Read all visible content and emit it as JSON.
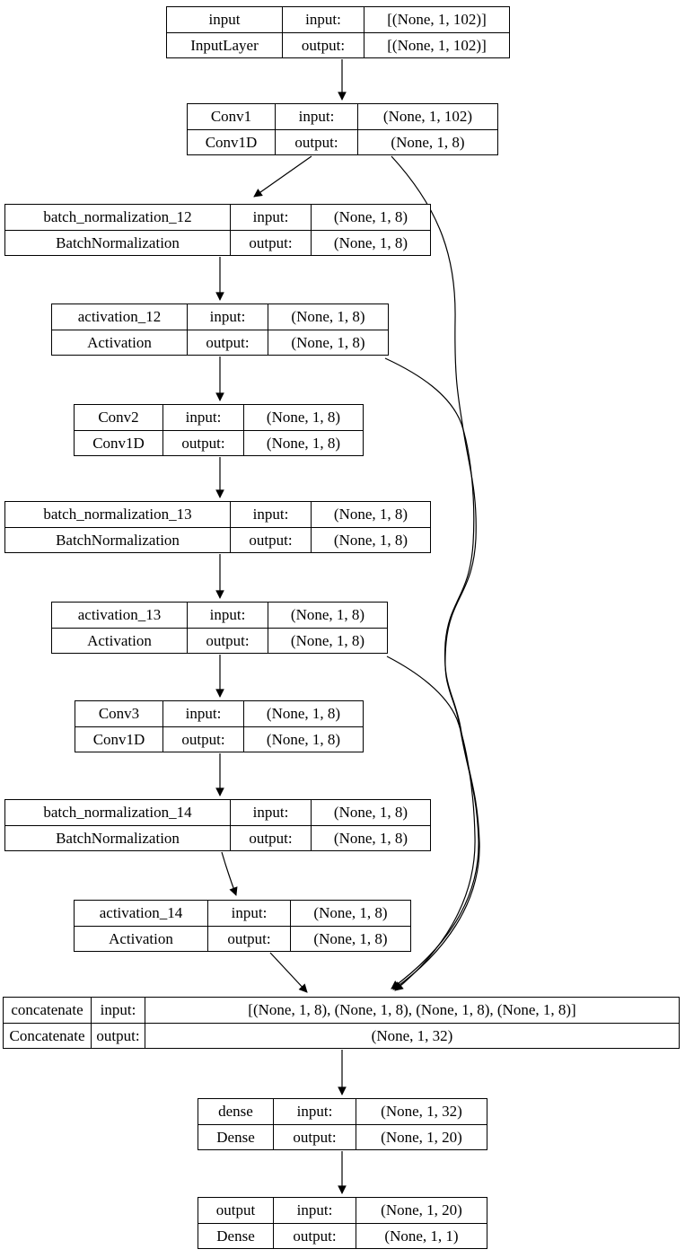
{
  "diagram_title": "",
  "labels": {
    "input": "input:",
    "output": "output:"
  },
  "colors": {
    "background": "#ffffff",
    "node_border": "#000000",
    "edge": "#000000",
    "text": "#000000"
  },
  "nodes": [
    {
      "name": "input",
      "type": "InputLayer",
      "input_shape": "[(None, 1, 102)]",
      "output_shape": "[(None, 1, 102)]"
    },
    {
      "name": "Conv1",
      "type": "Conv1D",
      "input_shape": "(None, 1, 102)",
      "output_shape": "(None, 1, 8)"
    },
    {
      "name": "batch_normalization_12",
      "type": "BatchNormalization",
      "input_shape": "(None, 1, 8)",
      "output_shape": "(None, 1, 8)"
    },
    {
      "name": "activation_12",
      "type": "Activation",
      "input_shape": "(None, 1, 8)",
      "output_shape": "(None, 1, 8)"
    },
    {
      "name": "Conv2",
      "type": "Conv1D",
      "input_shape": "(None, 1, 8)",
      "output_shape": "(None, 1, 8)"
    },
    {
      "name": "batch_normalization_13",
      "type": "BatchNormalization",
      "input_shape": "(None, 1, 8)",
      "output_shape": "(None, 1, 8)"
    },
    {
      "name": "activation_13",
      "type": "Activation",
      "input_shape": "(None, 1, 8)",
      "output_shape": "(None, 1, 8)"
    },
    {
      "name": "Conv3",
      "type": "Conv1D",
      "input_shape": "(None, 1, 8)",
      "output_shape": "(None, 1, 8)"
    },
    {
      "name": "batch_normalization_14",
      "type": "BatchNormalization",
      "input_shape": "(None, 1, 8)",
      "output_shape": "(None, 1, 8)"
    },
    {
      "name": "activation_14",
      "type": "Activation",
      "input_shape": "(None, 1, 8)",
      "output_shape": "(None, 1, 8)"
    },
    {
      "name": "concatenate",
      "type": "Concatenate",
      "input_shape": "[(None, 1, 8), (None, 1, 8), (None, 1, 8), (None, 1, 8)]",
      "output_shape": "(None, 1, 32)"
    },
    {
      "name": "dense",
      "type": "Dense",
      "input_shape": "(None, 1, 32)",
      "output_shape": "(None, 1, 20)"
    },
    {
      "name": "output",
      "type": "Dense",
      "input_shape": "(None, 1, 20)",
      "output_shape": "(None, 1, 1)"
    }
  ],
  "edges": [
    {
      "from": "input",
      "to": "Conv1"
    },
    {
      "from": "Conv1",
      "to": "batch_normalization_12"
    },
    {
      "from": "batch_normalization_12",
      "to": "activation_12"
    },
    {
      "from": "activation_12",
      "to": "Conv2"
    },
    {
      "from": "Conv2",
      "to": "batch_normalization_13"
    },
    {
      "from": "batch_normalization_13",
      "to": "activation_13"
    },
    {
      "from": "activation_13",
      "to": "Conv3"
    },
    {
      "from": "Conv3",
      "to": "batch_normalization_14"
    },
    {
      "from": "batch_normalization_14",
      "to": "activation_14"
    },
    {
      "from": "activation_14",
      "to": "concatenate"
    },
    {
      "from": "Conv1",
      "to": "concatenate"
    },
    {
      "from": "activation_12",
      "to": "concatenate"
    },
    {
      "from": "activation_13",
      "to": "concatenate"
    },
    {
      "from": "concatenate",
      "to": "dense"
    },
    {
      "from": "dense",
      "to": "output"
    }
  ]
}
